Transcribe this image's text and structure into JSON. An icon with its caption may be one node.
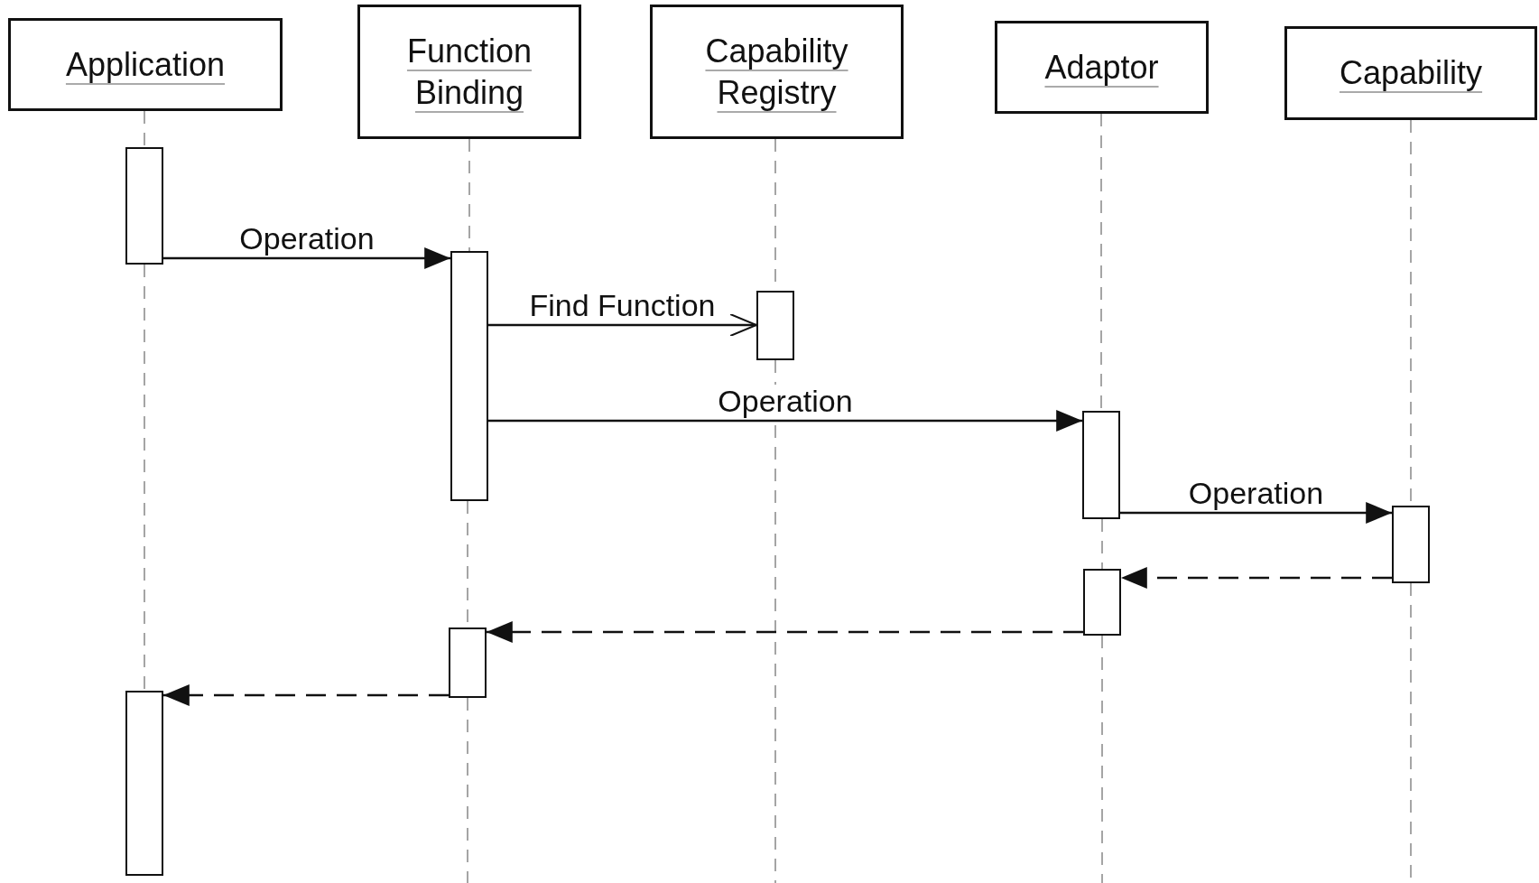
{
  "diagram": {
    "nodes": [
      {
        "text": [
          "Application"
        ]
      },
      {
        "text": [
          "Function Binding"
        ]
      },
      {
        "text": [
          "Capability Registry"
        ]
      },
      {
        "text": [
          "Adaptor"
        ]
      },
      {
        "text": [
          "Capability"
        ]
      },
      {
        "text": [],
        "shape": "bar"
      },
      {
        "text": [],
        "shape": "bar"
      },
      {
        "text": [],
        "shape": "bar"
      },
      {
        "text": [],
        "shape": "bar"
      },
      {
        "text": [],
        "shape": "bar"
      },
      {
        "text": [],
        "shape": "bar"
      },
      {
        "text": [],
        "shape": "bar"
      },
      {
        "text": [],
        "shape": "bar"
      }
    ],
    "edges": [
      {
        "from": 5,
        "to": 6,
        "arrow": "to",
        "label": "Operation",
        "color": "#111111"
      },
      {
        "from": 6,
        "to": 7,
        "arrow": "to",
        "label": "Find Function",
        "color": "#111111"
      },
      {
        "from": 6,
        "to": 8,
        "arrow": "to",
        "label": "Operation",
        "color": "#111111"
      },
      {
        "from": 8,
        "to": 9,
        "arrow": "to",
        "label": "Operation",
        "color": "#111111"
      },
      {
        "from": 9,
        "to": 10,
        "arrow": "to",
        "style": "dashed",
        "color": "#111111"
      },
      {
        "from": 10,
        "to": 11,
        "arrow": "to",
        "style": "dashed",
        "color": "#111111"
      },
      {
        "from": 11,
        "to": 12,
        "arrow": "to",
        "style": "dashed",
        "color": "#111111"
      },
      {
        "from": 0,
        "to": 5,
        "arrow": "none",
        "style": "dashed"
      },
      {
        "from": 5,
        "to": 12,
        "arrow": "none",
        "style": "dashed"
      },
      {
        "from": 1,
        "to": 6,
        "arrow": "none",
        "style": "dashed"
      },
      {
        "from": 6,
        "to": 11,
        "arrow": "none",
        "style": "dashed"
      },
      {
        "from": 11,
        "to": null,
        "arrow": "none",
        "style": "dashed"
      },
      {
        "from": 2,
        "to": 7,
        "arrow": "none",
        "style": "dashed"
      },
      {
        "from": 7,
        "to": null,
        "arrow": "none",
        "style": "dashed"
      },
      {
        "from": 3,
        "to": 8,
        "arrow": "none",
        "style": "dashed"
      },
      {
        "from": 8,
        "to": 10,
        "arrow": "none",
        "style": "dashed"
      },
      {
        "from": 10,
        "to": null,
        "arrow": "none",
        "style": "dashed"
      },
      {
        "from": 4,
        "to": 9,
        "arrow": "none",
        "style": "dashed"
      },
      {
        "from": 9,
        "to": null,
        "arrow": "none",
        "style": "dashed"
      }
    ]
  }
}
